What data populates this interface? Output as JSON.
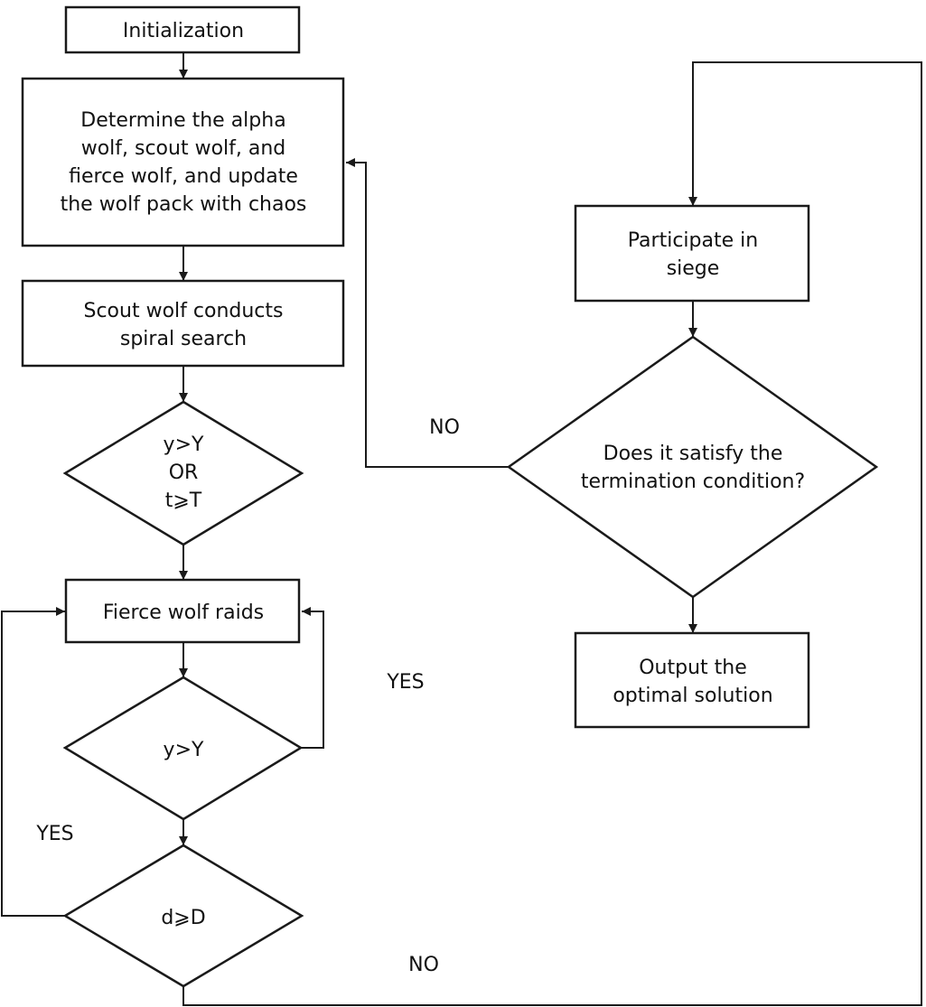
{
  "style": {
    "stroke_color": "#1a1a1a",
    "fill_color": "#ffffff",
    "text_color": "#111111"
  },
  "nodes": {
    "initialization": "Initialization",
    "determine": [
      "Determine the alpha",
      "wolf, scout wolf, and",
      "fierce wolf, and update",
      "the wolf pack with chaos"
    ],
    "scout_search": [
      "Scout wolf conducts",
      "spiral search"
    ],
    "decision_scout": [
      "y>Y",
      "OR",
      "t⩾T"
    ],
    "fierce_raids": "Fierce wolf raids",
    "decision_fierce": "y>Y",
    "decision_distance": "d⩾D",
    "participate_siege": [
      "Participate in",
      "siege"
    ],
    "decision_termination": [
      "Does it satisfy the",
      "termination condition?"
    ],
    "output": [
      "Output the",
      "optimal solution"
    ]
  },
  "edge_labels": {
    "termination_no": "NO",
    "fierce_yes": "YES",
    "distance_yes": "YES",
    "distance_no": "NO"
  }
}
